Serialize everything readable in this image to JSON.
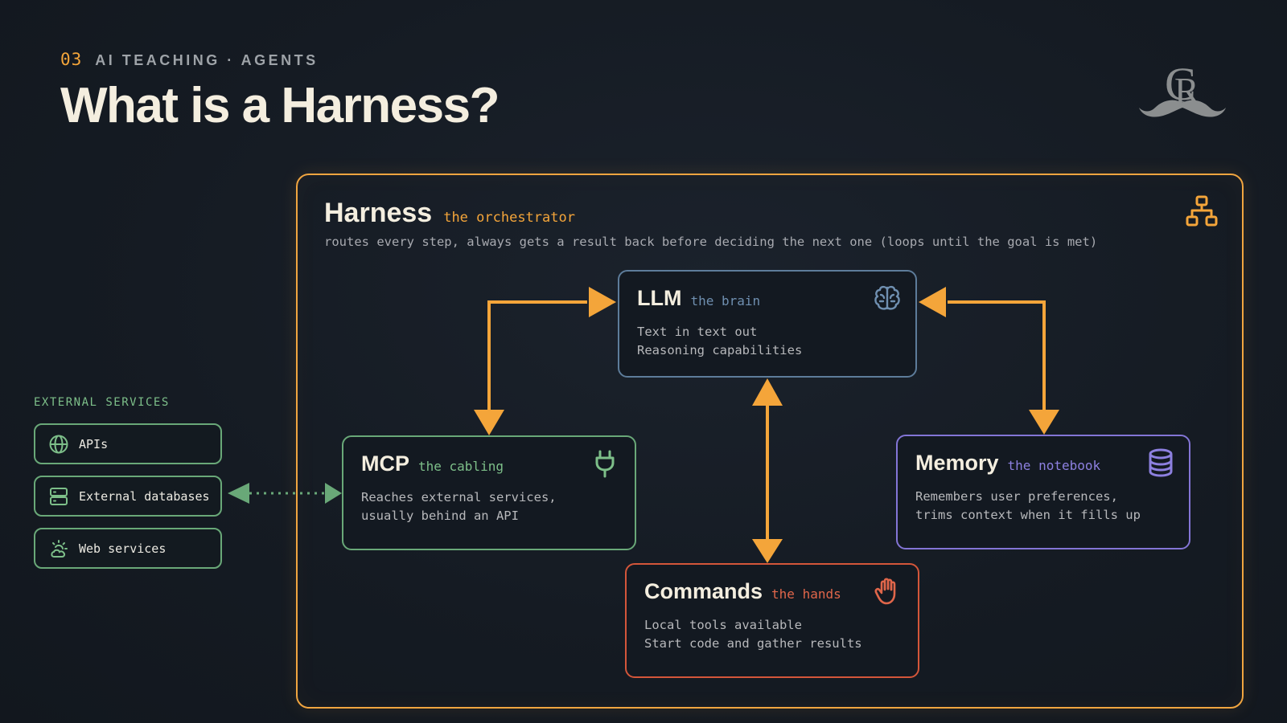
{
  "header": {
    "section_number": "03",
    "section_label": "AI TEACHING · AGENTS",
    "title": "What is a Harness?"
  },
  "logo": {
    "letters": "CR"
  },
  "harness": {
    "title": "Harness",
    "subtitle": "the orchestrator",
    "description": "routes every step, always gets a result back before deciding the next one (loops until the goal is met)",
    "icon": "network-hierarchy-icon"
  },
  "components": {
    "llm": {
      "title": "LLM",
      "subtitle": "the brain",
      "lines": [
        "Text in text out",
        "Reasoning capabilities"
      ],
      "icon": "brain-icon",
      "color": "#5d7c9a"
    },
    "mcp": {
      "title": "MCP",
      "subtitle": "the cabling",
      "lines": [
        "Reaches external services,",
        "usually behind an API"
      ],
      "icon": "plug-icon",
      "color": "#69a878"
    },
    "memory": {
      "title": "Memory",
      "subtitle": "the notebook",
      "lines": [
        "Remembers user preferences,",
        "trims context when it fills up"
      ],
      "icon": "database-icon",
      "color": "#8375d6"
    },
    "commands": {
      "title": "Commands",
      "subtitle": "the hands",
      "lines": [
        "Local tools available",
        "Start code and gather results"
      ],
      "icon": "hand-icon",
      "color": "#d4563a"
    }
  },
  "external_services": {
    "label": "EXTERNAL SERVICES",
    "items": [
      {
        "label": "APIs",
        "icon": "globe-icon"
      },
      {
        "label": "External databases",
        "icon": "server-icon"
      },
      {
        "label": "Web services",
        "icon": "cloud-sun-icon"
      }
    ]
  },
  "colors": {
    "accent": "#f4a53a",
    "background": "#161c24",
    "text": "#f4eedf"
  }
}
